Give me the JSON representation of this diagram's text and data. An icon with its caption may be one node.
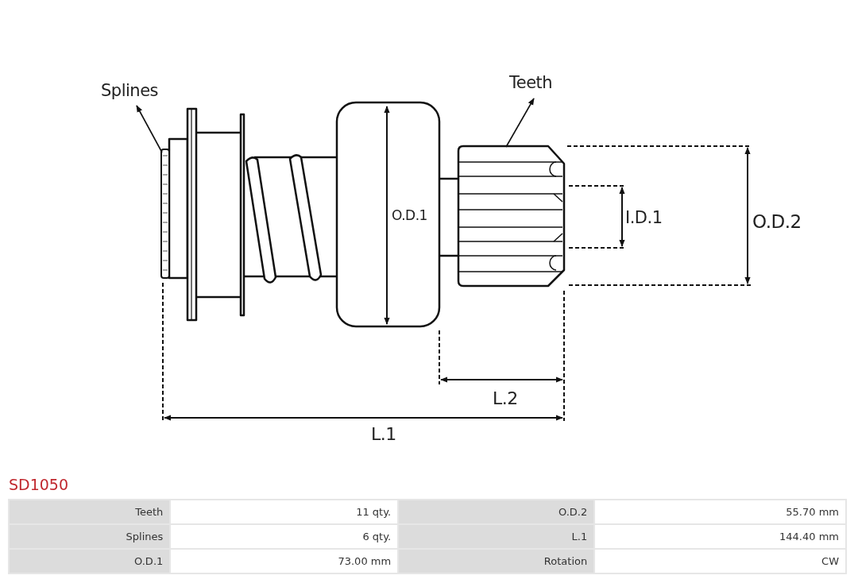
{
  "diagram": {
    "title": "SD1050",
    "nodes": [
      {
        "text": [
          "Splines"
        ]
      },
      {
        "text": [],
        "shape": "picture"
      },
      {
        "text": [
          "Teeth"
        ]
      },
      {
        "text": [],
        "shape": "picture"
      }
    ],
    "edges": [
      {
        "from": 1,
        "to": 0,
        "arrow": "to"
      },
      {
        "from": 3,
        "to": 2,
        "arrow": "to"
      }
    ],
    "labels": [
      "O.D.1",
      "I.D.1",
      "O.D.2",
      "L.2",
      "L.1",
      "Teeth",
      "11 qty.",
      "O.D.2",
      "55.70 mm",
      "Splines",
      "6 qty.",
      "L.1",
      "144.40 mm",
      "O.D.1",
      "73.00 mm",
      "Rotation",
      "CW"
    ]
  }
}
